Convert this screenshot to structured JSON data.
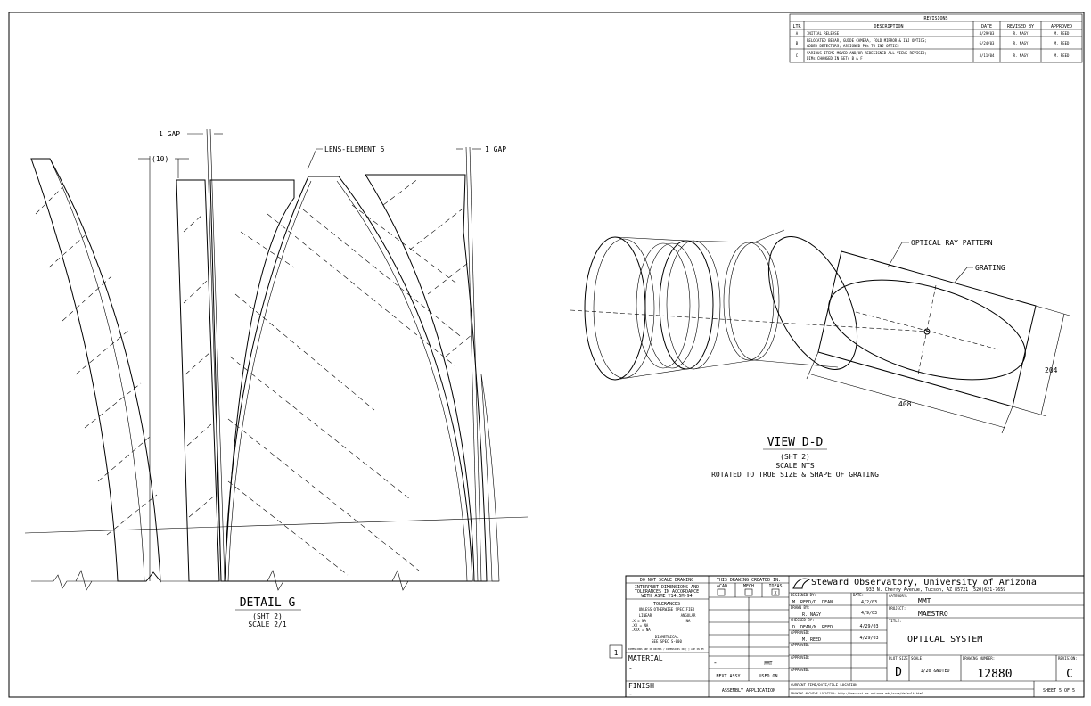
{
  "revisions": {
    "title": "REVISIONS",
    "headers": [
      "LTR",
      "DESCRIPTION",
      "DATE",
      "REVISED BY",
      "APPROVED"
    ],
    "rows": [
      {
        "ltr": "A",
        "desc1": "INITIAL RELEASE",
        "desc2": "",
        "date": "4/29/03",
        "by": "R. NAGY",
        "approved": "M. REED"
      },
      {
        "ltr": "B",
        "desc1": "RELOCATED BEVAR, GUIDE CAMERA, FOLD MIRROR & INJ OPTICS;",
        "desc2": "ADDED DETECTORS; ASSIGNED PNs TO INJ OPTICS",
        "date": "6/24/03",
        "by": "R. NAGY",
        "approved": "M. REED"
      },
      {
        "ltr": "C",
        "desc1": "VARIOUS ITEMS MOVED AND/OR REDESIGNED ALL VIEWS REVISED;",
        "desc2": "DIMs CHANGED IN SETs B & F",
        "date": "3/11/04",
        "by": "R. NAGY",
        "approved": "M. REED"
      }
    ]
  },
  "detail_g": {
    "gap_left": "1 GAP",
    "gap_right": "1 GAP",
    "dim_10": "(10)",
    "lens_label": "LENS-ELEMENT 5",
    "title": "DETAIL G",
    "sht": "(SHT 2)",
    "scale": "SCALE 2/1"
  },
  "view_dd": {
    "ray_label": "OPTICAL RAY PATTERN",
    "grating_label": "GRATING",
    "dim_width": "408",
    "dim_height": "204",
    "title": "VIEW D-D",
    "sht": "(SHT 2)",
    "scale": "SCALE NTS",
    "note": "ROTATED TO TRUE SIZE & SHAPE OF GRATING"
  },
  "title_block": {
    "do_not_scale": "DO NOT SCALE DRAWING",
    "interpret1": "INTERPRET DIMENSIONS AND",
    "interpret2": "TOLERANCES IN ACCORDANCE",
    "interpret3": "WITH ASME Y14.5M-94",
    "tolerances": "TOLERANCES",
    "unless": "UNLESS OTHERWISE SPECIFIED",
    "linear": "LINEAR",
    "angular": "ANGULAR",
    "tol_x": ".X   = NA",
    "tol_xx": ".XX  = NA",
    "tol_xxx": ".XXX = NA",
    "tol_ang": "NA",
    "diametrical": "DIAMETRICAL",
    "see_spec": "SEE SPEC S-000",
    "dims_note": "DIMENSIONS ARE IN INCHES / DIMENSIONS IN [ ] ARE IN MM",
    "material": "MATERIAL",
    "material_value": "-",
    "finish": "FINISH",
    "finish_value": "-",
    "created_in": "THIS DRAWING CREATED IN:",
    "acad": "ACAD",
    "mech": "MECH",
    "ideas": "IDEAS",
    "ideas_mark": "X",
    "next_assy_value": "-",
    "used_on_value": "MMT",
    "next_assy": "NEXT ASSY",
    "used_on": "USED ON",
    "assembly_application": "ASSEMBLY APPLICATION",
    "marker": "1",
    "org_name": "Steward Observatory, University of Arizona",
    "org_address": "933 N. Cherry Avenue, Tucson, AZ  85721   (520)621-7659",
    "designed_by_label": "DESIGNED BY:",
    "designed_by": "M. REED/D. DEAN",
    "date_label": "DATE:",
    "designed_date": "4/2/03",
    "drawn_by_label": "DRAWN BY:",
    "drawn_by": "R. NAGY",
    "drawn_date": "4/9/03",
    "checked_by_label": "CHECKED BY:",
    "checked_by": "D. DEAN/M. REED",
    "checked_date": "4/29/03",
    "approved_label": "APPROVED:",
    "approved_by": "M. REED",
    "approved_date": "4/29/03",
    "category_label": "CATEGORY:",
    "category": "MMT",
    "project_label": "PROJECT:",
    "project": "MAESTRO",
    "title_label": "TITLE:",
    "title": "OPTICAL SYSTEM",
    "plot_size_label": "PLOT SIZE",
    "plot_size": "D",
    "scale_label": "SCALE:",
    "scale": "1/20 &NOTED",
    "drawing_number_label": "DRAWING NUMBER:",
    "drawing_number": "12880",
    "revision_label": "REVISION:",
    "revision": "C",
    "current_time_label": "CURRENT TIME/DATE/FILE LOCATION",
    "archive_label": "DRAWING ARCHIVE LOCATION: http://mavinci.as.arizona.edu/scca/default.html",
    "sheet": "SHEET 5 OF 5"
  }
}
